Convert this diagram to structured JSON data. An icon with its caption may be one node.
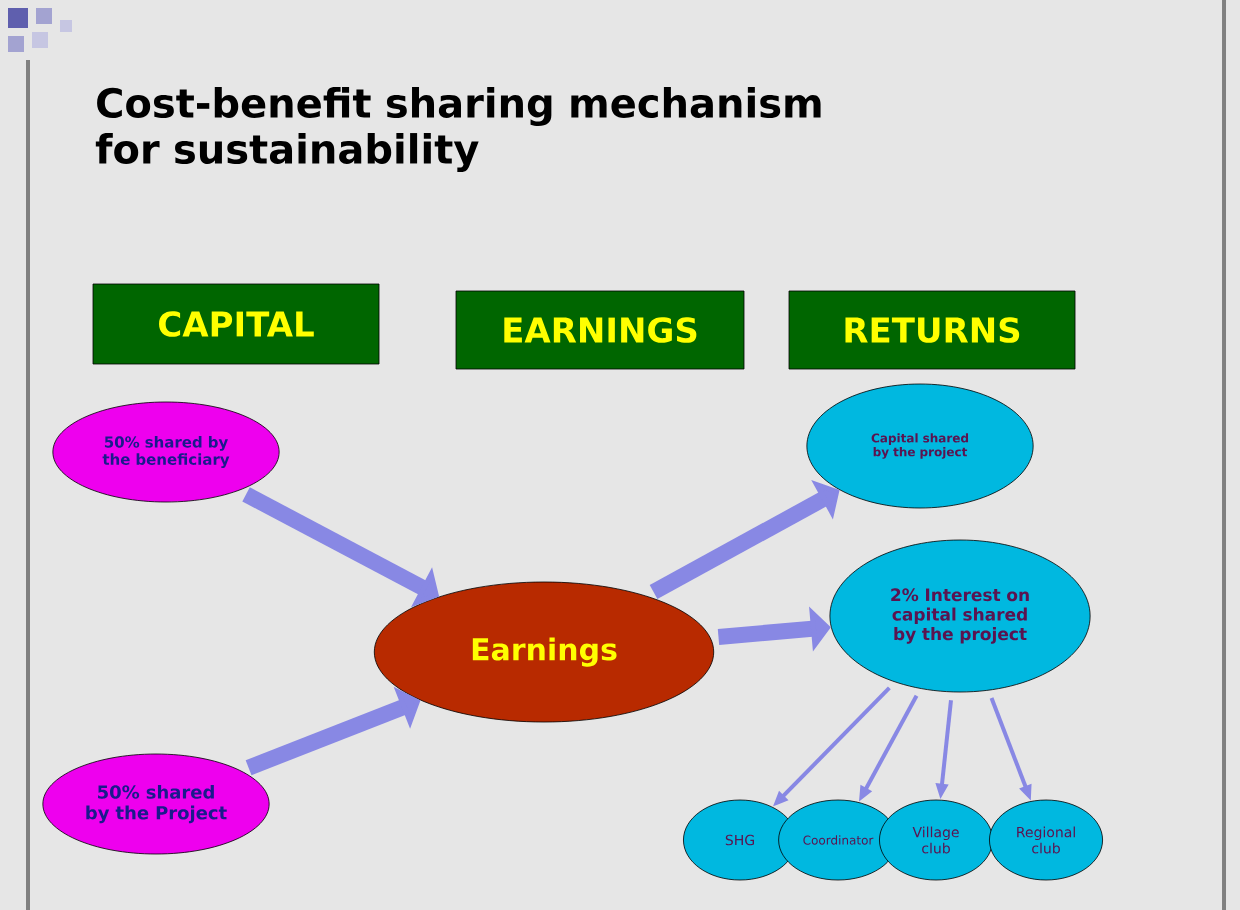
{
  "diagram": {
    "title": "Cost-benefit sharing mechanism for sustainability",
    "nodes": [
      {
        "text": [
          "CAPITAL"
        ]
      },
      {
        "text": [
          "EARNINGS"
        ]
      },
      {
        "text": [
          "RETURNS"
        ]
      },
      {
        "text": [
          "50% shared by the beneficiary"
        ]
      },
      {
        "text": [
          "50% shared by the Project"
        ]
      },
      {
        "text": [
          "Earnings"
        ]
      },
      {
        "text": [
          "Capital shared by the project"
        ]
      },
      {
        "text": [
          "2% Interest on capital shared by the project"
        ]
      },
      {
        "text": [
          "SHG"
        ]
      },
      {
        "text": [
          "Coordinator"
        ]
      },
      {
        "text": [
          "Village club"
        ]
      },
      {
        "text": [
          "Regional club"
        ]
      }
    ],
    "edges": [
      {
        "from": 3,
        "to": 5,
        "arrow": "to",
        "style": "thick"
      },
      {
        "from": 4,
        "to": 5,
        "arrow": "to",
        "style": "thick"
      },
      {
        "from": 5,
        "to": 6,
        "arrow": "to",
        "style": "thick"
      },
      {
        "from": 5,
        "to": 7,
        "arrow": "to",
        "style": "thick"
      },
      {
        "from": 7,
        "to": 8,
        "arrow": "to"
      },
      {
        "from": 7,
        "to": 9,
        "arrow": "to"
      },
      {
        "from": 7,
        "to": 10,
        "arrow": "to"
      },
      {
        "from": 7,
        "to": 11,
        "arrow": "to"
      }
    ]
  }
}
